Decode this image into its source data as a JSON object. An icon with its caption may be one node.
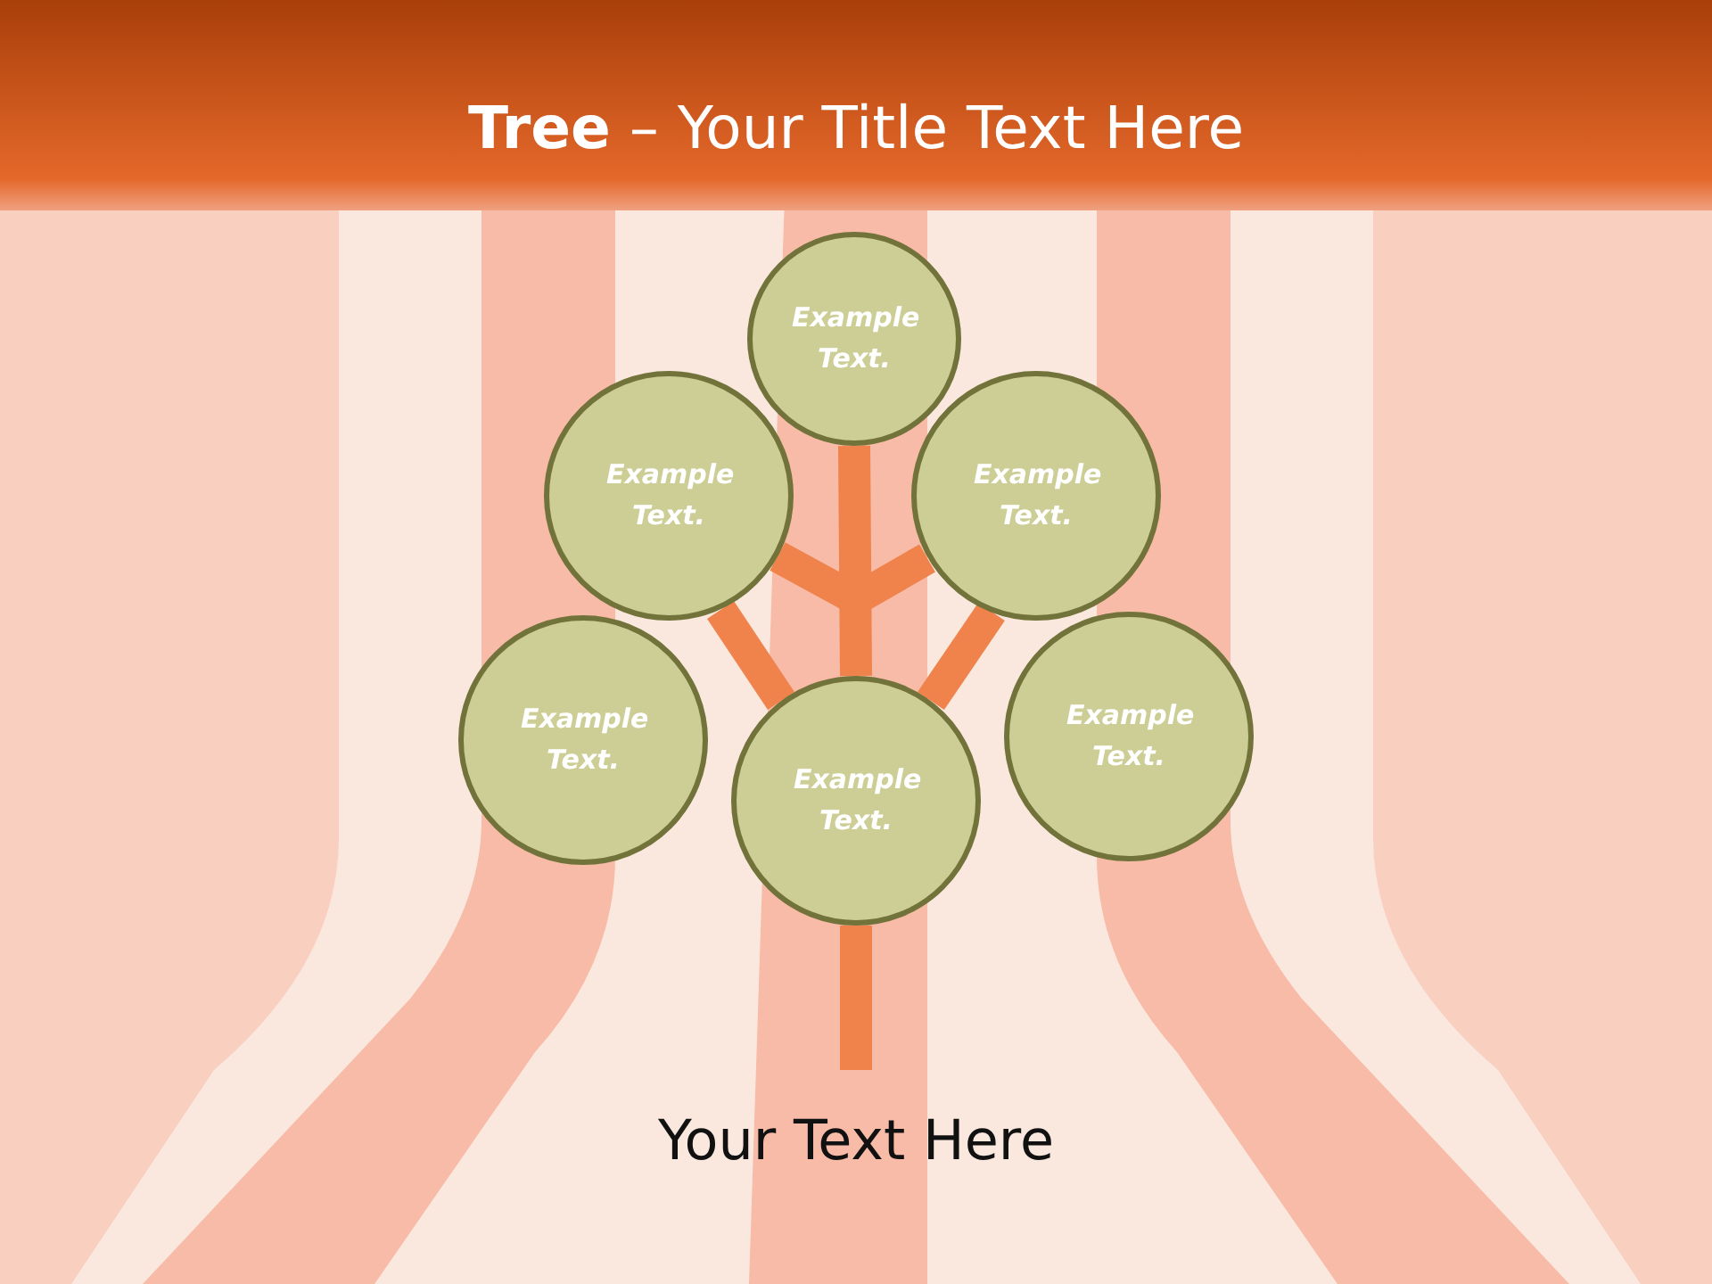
{
  "diagram": {
    "title": "**Tree** – Your Title Text Here",
    "nodes": [
      {
        "text": [
          "Example Text."
        ]
      },
      {
        "text": [
          "Example Text."
        ]
      },
      {
        "text": [
          "Example Text."
        ]
      },
      {
        "text": [
          "Example Text."
        ]
      },
      {
        "text": [
          "Example Text."
        ]
      },
      {
        "text": [
          "Example Text."
        ]
      }
    ],
    "edges": [
      {
        "from": 4,
        "to": 0,
        "arrow": "none"
      },
      {
        "from": 4,
        "to": 1,
        "arrow": "none"
      },
      {
        "from": 4,
        "to": 2,
        "arrow": "none"
      },
      {
        "from": 4,
        "to": 1,
        "arrow": "none"
      },
      {
        "from": 4,
        "to": 2,
        "arrow": "none"
      },
      {
        "from": null,
        "to": 4,
        "arrow": "none"
      }
    ],
    "labels": [
      "Your Text Here"
    ]
  }
}
